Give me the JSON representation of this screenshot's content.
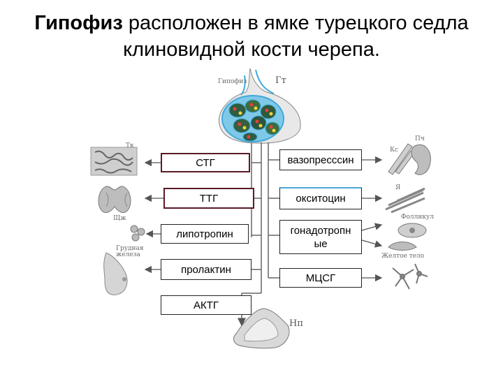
{
  "title": {
    "bold": "Гипофиз",
    "rest": " расположен в ямке турецкого седла клиновидной кости черепа."
  },
  "figure": {
    "hypophysis_label": "Гипофиз",
    "gt_label": "Гт",
    "np_label": "Нп",
    "left_hormones": [
      "СТГ",
      "ТТГ",
      "липотропин",
      "пролактин",
      "АКТГ"
    ],
    "right_hormones": [
      "вазопресссин",
      "окситоцин",
      "гонадотропные",
      "МЦСГ"
    ],
    "right_hormone_3_line1": "гонадотропн",
    "right_hormone_3_line2": "ые",
    "target_labels": {
      "tk": "Тк",
      "shch": "Щж",
      "grudnaya1": "Грудная",
      "grudnaya2": "железа",
      "ks": "Кс",
      "pch": "Пч",
      "ya": "Я",
      "follikul": "Фолликул",
      "zheltoe": "Желтое тело"
    },
    "colors": {
      "accent_blue": "#3fa9dc",
      "dark_red": "#5a1a26",
      "line": "#666666"
    }
  }
}
